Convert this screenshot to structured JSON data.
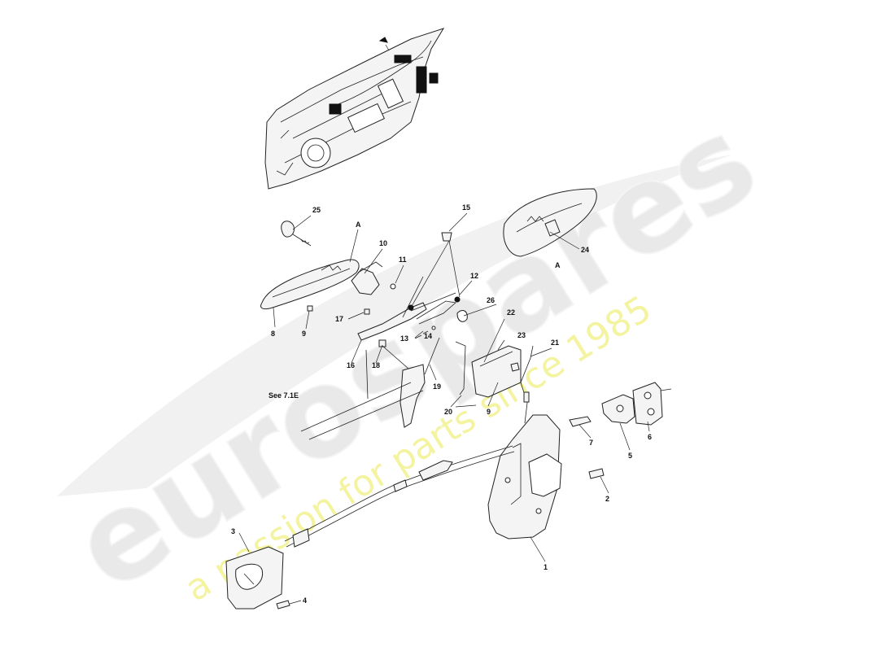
{
  "watermark": {
    "brand": "eurospares",
    "tagline": "a passion for parts since 1985"
  },
  "see_reference": "See  7.1E",
  "callouts": {
    "p1": "1",
    "p2": "2",
    "p3": "3",
    "p4": "4",
    "p5": "5",
    "p6": "6",
    "p7": "7",
    "p8": "8",
    "p9a": "9",
    "p9b": "9",
    "p10": "10",
    "p11": "11",
    "p12": "12",
    "p13": "13",
    "p14": "14",
    "p15": "15",
    "p16": "16",
    "p17": "17",
    "p18": "18",
    "p19": "19",
    "p20": "20",
    "p21": "21",
    "p22": "22",
    "p23": "23",
    "p24": "24",
    "p25": "25",
    "p26": "26",
    "view_a1": "A",
    "view_a2": "A"
  }
}
